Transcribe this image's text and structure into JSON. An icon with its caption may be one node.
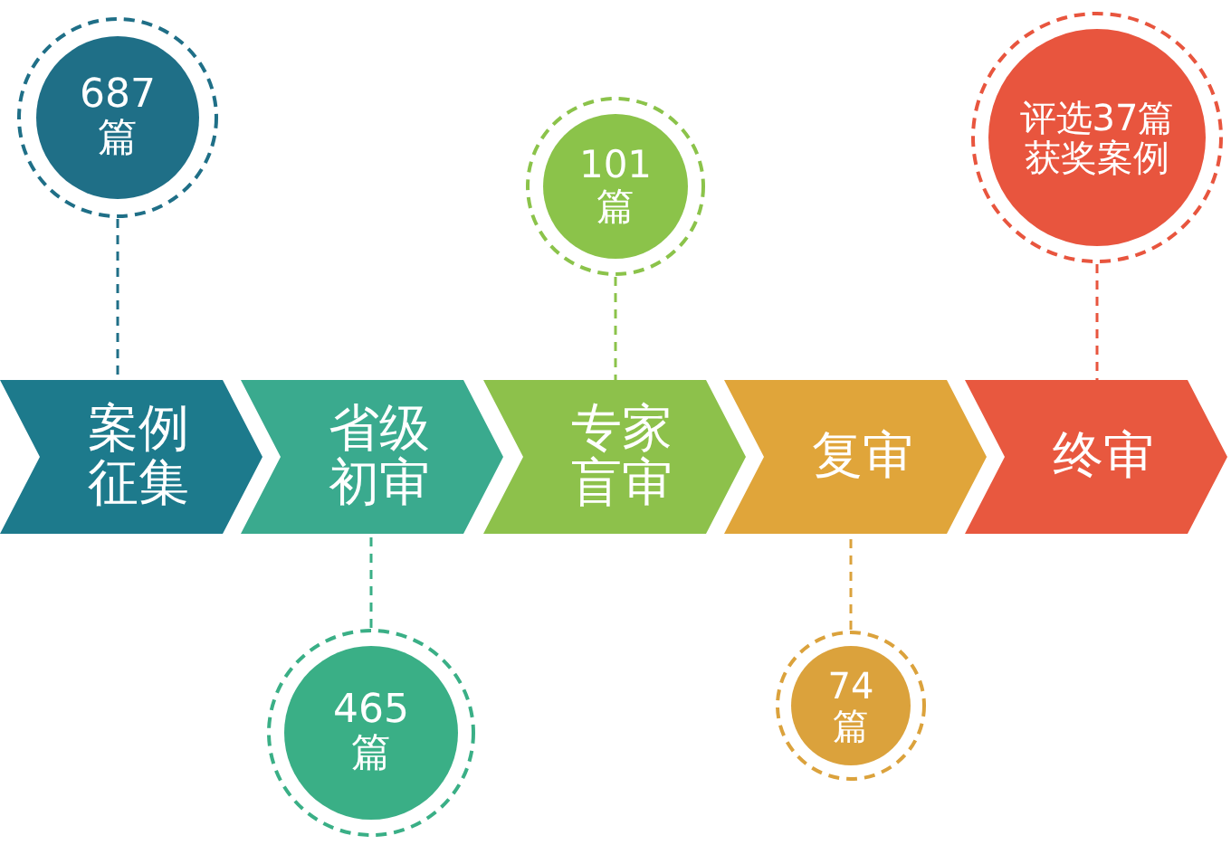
{
  "diagram": {
    "nodes": [
      {
        "text": [
          "案例征集"
        ]
      },
      {
        "text": [
          "省级初审"
        ]
      },
      {
        "text": [
          "专家盲审"
        ]
      },
      {
        "text": [
          "复审"
        ]
      },
      {
        "text": [
          "终审"
        ]
      },
      {
        "text": [
          "687篇"
        ]
      },
      {
        "text": [
          "465篇"
        ]
      },
      {
        "text": [
          "101篇"
        ]
      },
      {
        "text": [
          "74篇"
        ]
      },
      {
        "text": [
          "评选37篇获奖案例"
        ]
      }
    ],
    "edges": [
      {
        "from": 5,
        "to": 0,
        "arrow": "none",
        "style": "dashed",
        "color": "#1f6f87"
      },
      {
        "from": 6,
        "to": 1,
        "arrow": "none",
        "style": "dashed",
        "color": "#3aaf86"
      },
      {
        "from": 7,
        "to": 2,
        "arrow": "none",
        "style": "dashed",
        "color": "#8bc34a"
      },
      {
        "from": 8,
        "to": 3,
        "arrow": "none",
        "style": "dashed",
        "color": "#dba23c"
      },
      {
        "from": 9,
        "to": 4,
        "arrow": "none",
        "style": "dashed",
        "color": "#e8553e"
      }
    ]
  }
}
